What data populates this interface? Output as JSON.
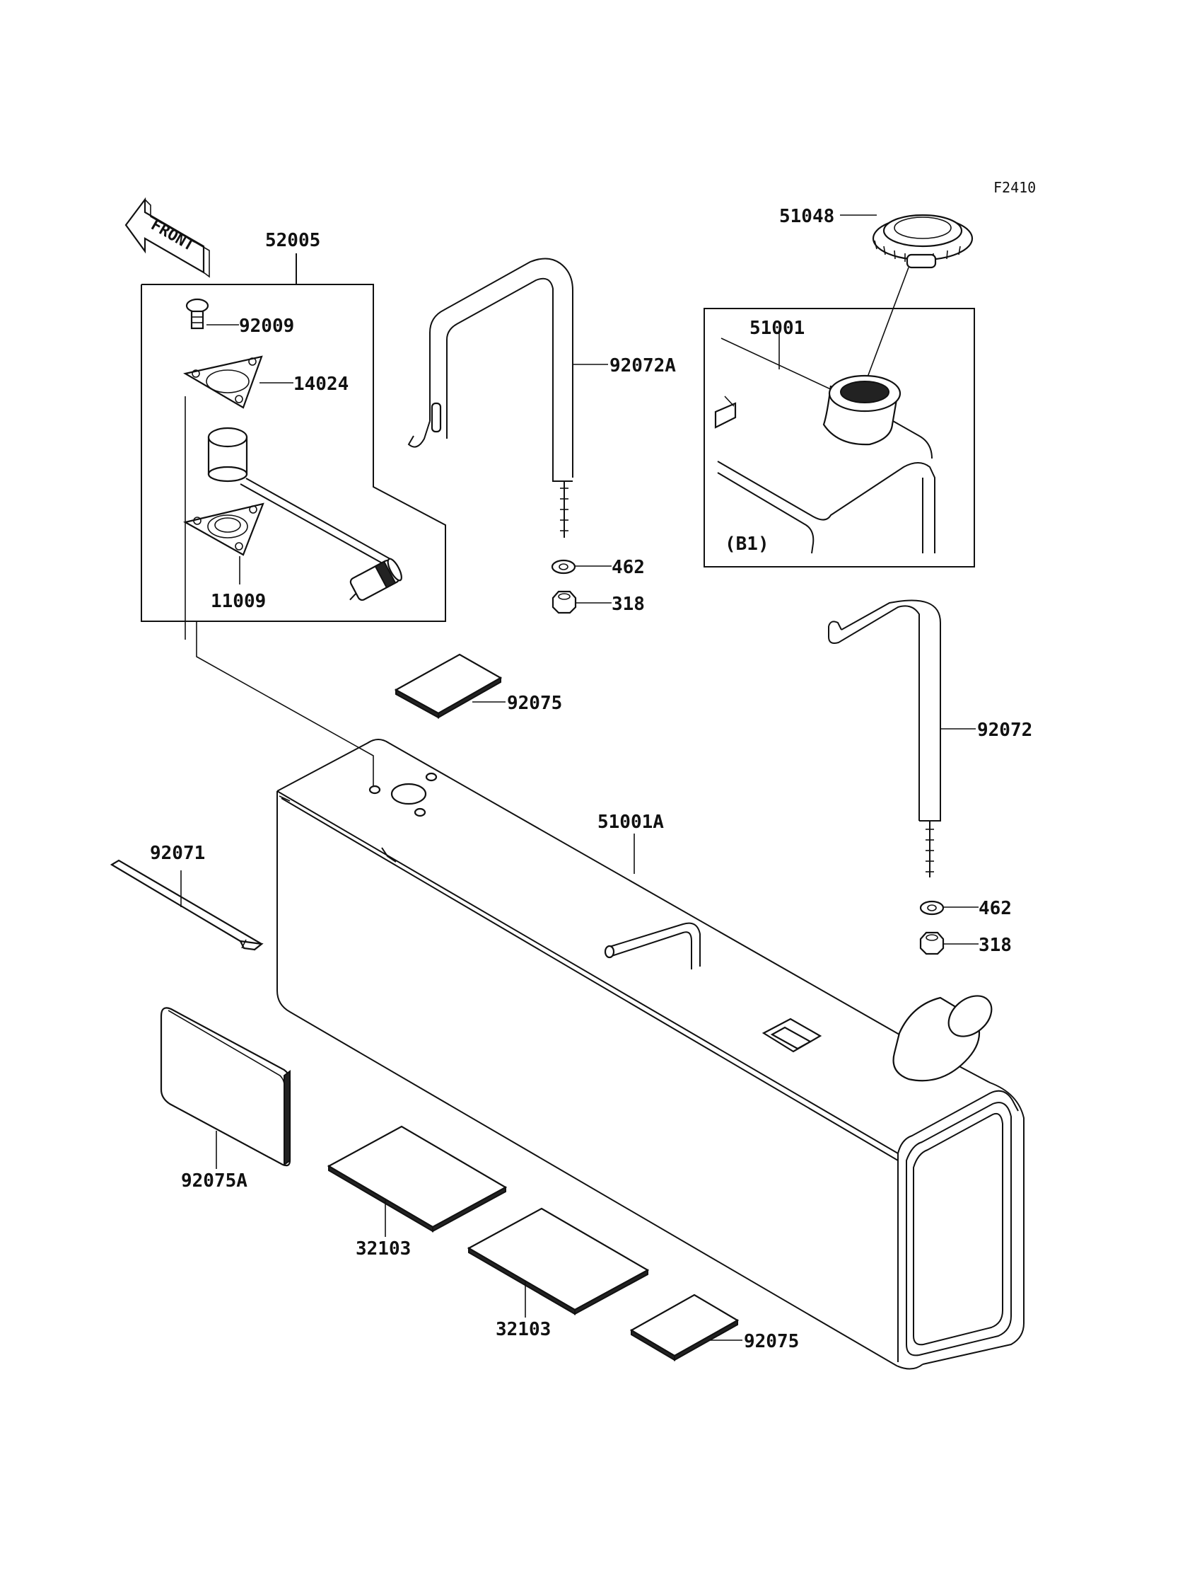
{
  "sheet_code": "F2410",
  "front_arrow": "FRONT",
  "inset_label": "(B1)",
  "parts": {
    "p52005": "52005",
    "p92009": "92009",
    "p14024": "14024",
    "p11009": "11009",
    "p92072A": "92072A",
    "p462_top": "462",
    "p318_top": "318",
    "p51048": "51048",
    "p51001": "51001",
    "p92075_top": "92075",
    "p92072": "92072",
    "p462_right": "462",
    "p318_right": "318",
    "p51001A": "51001A",
    "p92071": "92071",
    "p92075A": "92075A",
    "p32103_a": "32103",
    "p32103_b": "32103",
    "p92075_bottom": "92075"
  }
}
